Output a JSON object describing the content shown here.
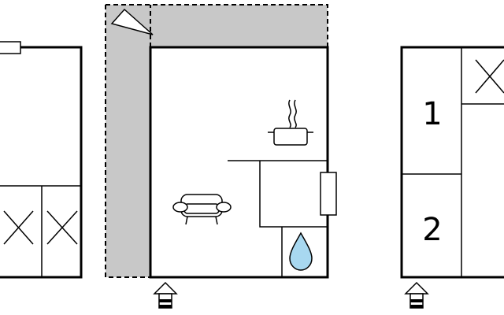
{
  "floorplan": {
    "rooms": [
      {
        "id": "bedroom-1",
        "label": "1"
      },
      {
        "id": "bedroom-2",
        "label": "2"
      }
    ],
    "icons": [
      "wall-light-icon",
      "terrace-flag-icon",
      "cooking-pot-icon",
      "sofa-icon",
      "water-drop-icon",
      "entrance-arrow-icon",
      "bed-cross-icon"
    ],
    "colors": {
      "wall": "#000000",
      "terrace": "#c8c8c8",
      "water": "#a8d8f0",
      "background": "#ffffff"
    }
  }
}
